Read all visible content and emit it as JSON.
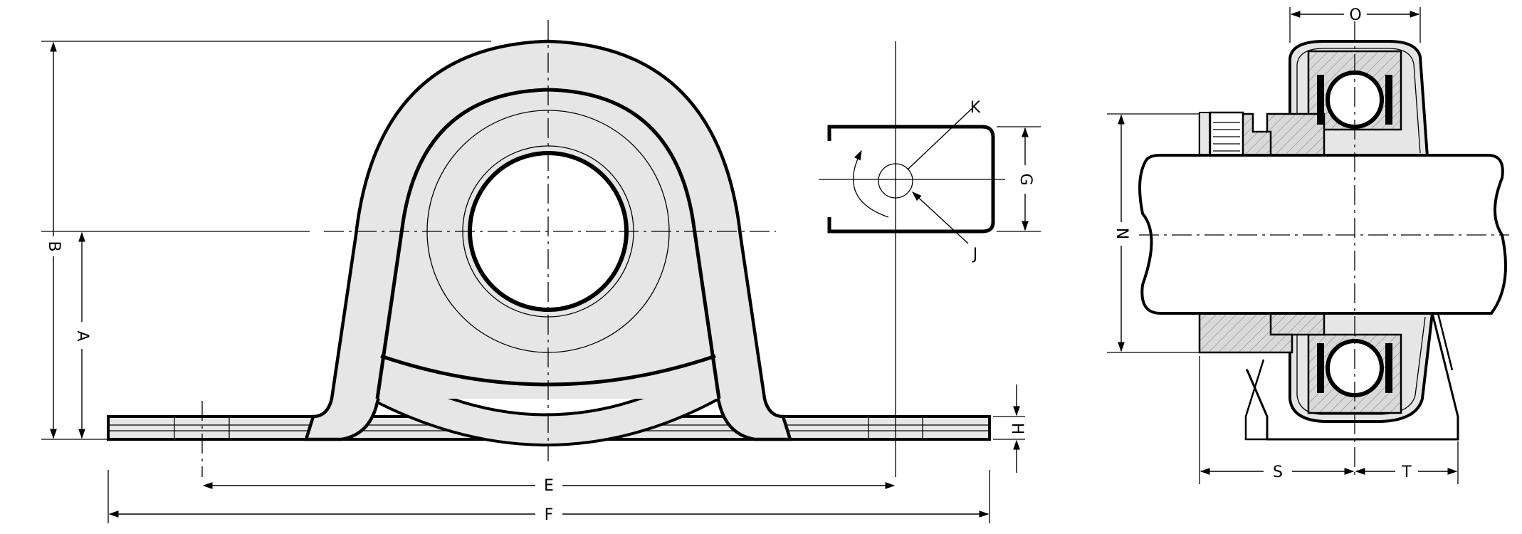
{
  "colors": {
    "line": "#000000",
    "fill": "#e6e6e6",
    "background": "#ffffff"
  },
  "labels": {
    "A": "A",
    "B": "B",
    "E": "E",
    "F": "F",
    "G": "G",
    "H": "H",
    "J": "J",
    "K": "K",
    "N": "N",
    "O": "O",
    "S": "S",
    "T": "T"
  }
}
